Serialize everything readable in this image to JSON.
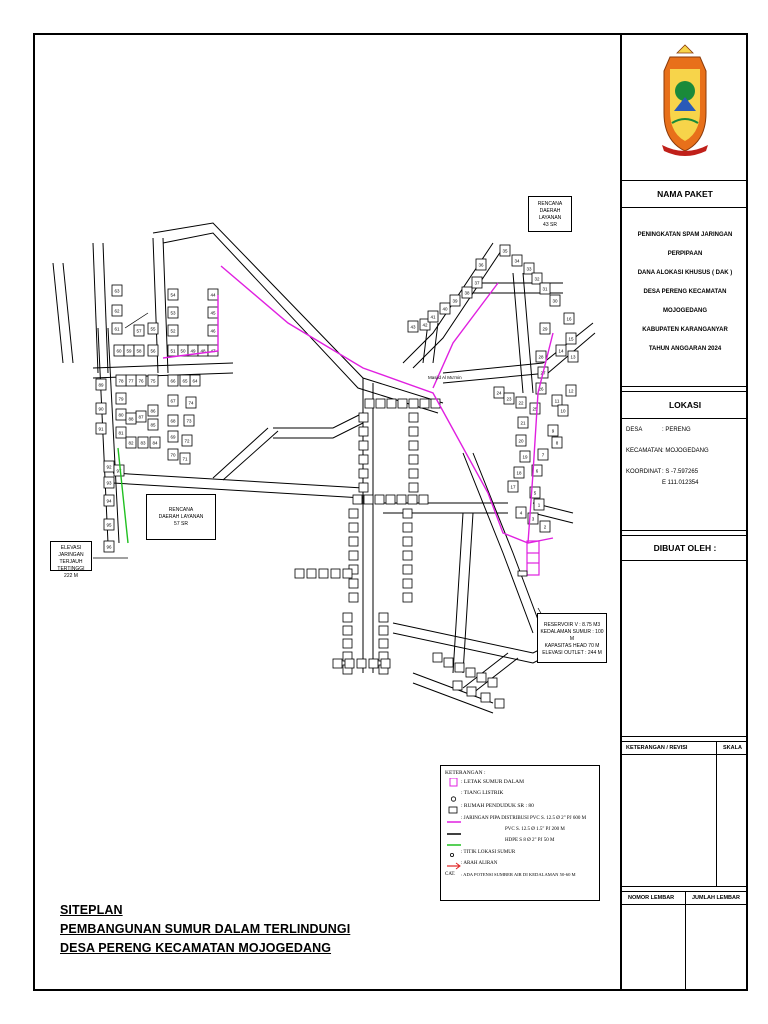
{
  "title_block": {
    "nama_paket_header": "NAMA PAKET",
    "project_lines": [
      "PENINGKATAN SPAM JARINGAN PERPIPAAN",
      "DANA ALOKASI KHUSUS ( DAK )",
      "DESA PERENG KECAMATAN MOJOGEDANG",
      "KABUPATEN KARANGANYAR",
      "TAHUN ANGGARAN 2024"
    ],
    "lokasi_header": "LOKASI",
    "desa_label": "DESA",
    "desa_value": ": PERENG",
    "kecamatan_label": "KECAMATAN",
    "kecamatan_value": ": MOJOGEDANG",
    "koordinat_label": "KOORDINAT",
    "koordinat_value_1": ": S -7.597265",
    "koordinat_value_2": "E 111.012354",
    "dibuat_oleh_header": "DIBUAT OLEH :",
    "keterangan_revisi_header": "KETERANGAN / REVISI",
    "skala_header": "SKALA",
    "nomor_lembar_header": "NOMOR LEMBAR",
    "jumlah_lembar_header": "JUMLAH LEMBAR"
  },
  "drawing_title": {
    "line1": "SITEPLAN",
    "line2": "PEMBANGUNAN SUMUR DALAM TERLINDUNGI",
    "line3": "DESA PERENG KECAMATAN MOJOGEDANG"
  },
  "annotations": {
    "rencana_43_1": "RENCANA",
    "rencana_43_2": "DAERAH LAYANAN",
    "rencana_43_3": "43 SR",
    "rencana_57_1": "RENCANA",
    "rencana_57_2": "DAERAH LAYANAN",
    "rencana_57_3": "57 SR",
    "elevasi_1": "ELEVASI JARINGAN",
    "elevasi_2": "TERJAUH TERTINGGI",
    "elevasi_3": "222 M",
    "masjid": "Masjid Al Mu'min",
    "reservoir_1": "RESERVOIR V : 8.75 M3",
    "reservoir_2": "KEDALAMAN SUMUR : 100 M",
    "reservoir_3": "KAPASITAS HEAD 70 M",
    "reservoir_4": "ELEVASI OUTLET : 244 M"
  },
  "legend": {
    "title": "KETERANGAN :",
    "items": [
      ": LETAK SUMUR DALAM",
      ": TIANG LISTRIK",
      ": RUMAH PENDUDUK  SR : 80",
      ": JARINGAN PIPA DISTRIBUSI PVC S. 12.5 Ø 2\" PJ 600 M",
      "PVC S. 12.5 Ø 1.5\" PJ 200 M",
      "HDPE S 8 Ø 2\" PJ 50 M",
      ": TITIK LOKASI SUMUR",
      ": ARAH ALIRAN",
      ": ADA POTENSI SUMBER AIR DI KEDALAMAN 50-60 M"
    ],
    "cat_label": "CAT."
  },
  "colors": {
    "pipe_main": "#e020e0",
    "pipe_hdpe": "#20c020",
    "arrow": "#e02020",
    "logo_orange": "#e8701a",
    "logo_green": "#1a8a3a"
  },
  "houses": {
    "west_cluster": [
      "63",
      "62",
      "61",
      "60",
      "59",
      "58",
      "57",
      "56",
      "55",
      "54",
      "53",
      "52",
      "51",
      "50",
      "49",
      "48",
      "47",
      "46",
      "45",
      "44",
      "64",
      "65",
      "66",
      "67",
      "68",
      "69",
      "70",
      "71",
      "72",
      "73",
      "74",
      "75",
      "76",
      "77",
      "78",
      "79",
      "80",
      "81",
      "82",
      "83",
      "84",
      "85",
      "86",
      "87",
      "88",
      "89",
      "90",
      "91",
      "92",
      "93",
      "94",
      "95",
      "96",
      "97"
    ],
    "east_cluster": [
      "43",
      "42",
      "41",
      "40",
      "39",
      "38",
      "37",
      "36",
      "35",
      "34",
      "33",
      "32",
      "31",
      "30",
      "29",
      "28",
      "27",
      "26",
      "25",
      "24",
      "23",
      "22",
      "21",
      "20",
      "19",
      "18",
      "17",
      "16",
      "15",
      "14",
      "13",
      "12",
      "11",
      "10",
      "9",
      "8",
      "7",
      "6",
      "5",
      "4",
      "3",
      "2",
      "1"
    ]
  }
}
